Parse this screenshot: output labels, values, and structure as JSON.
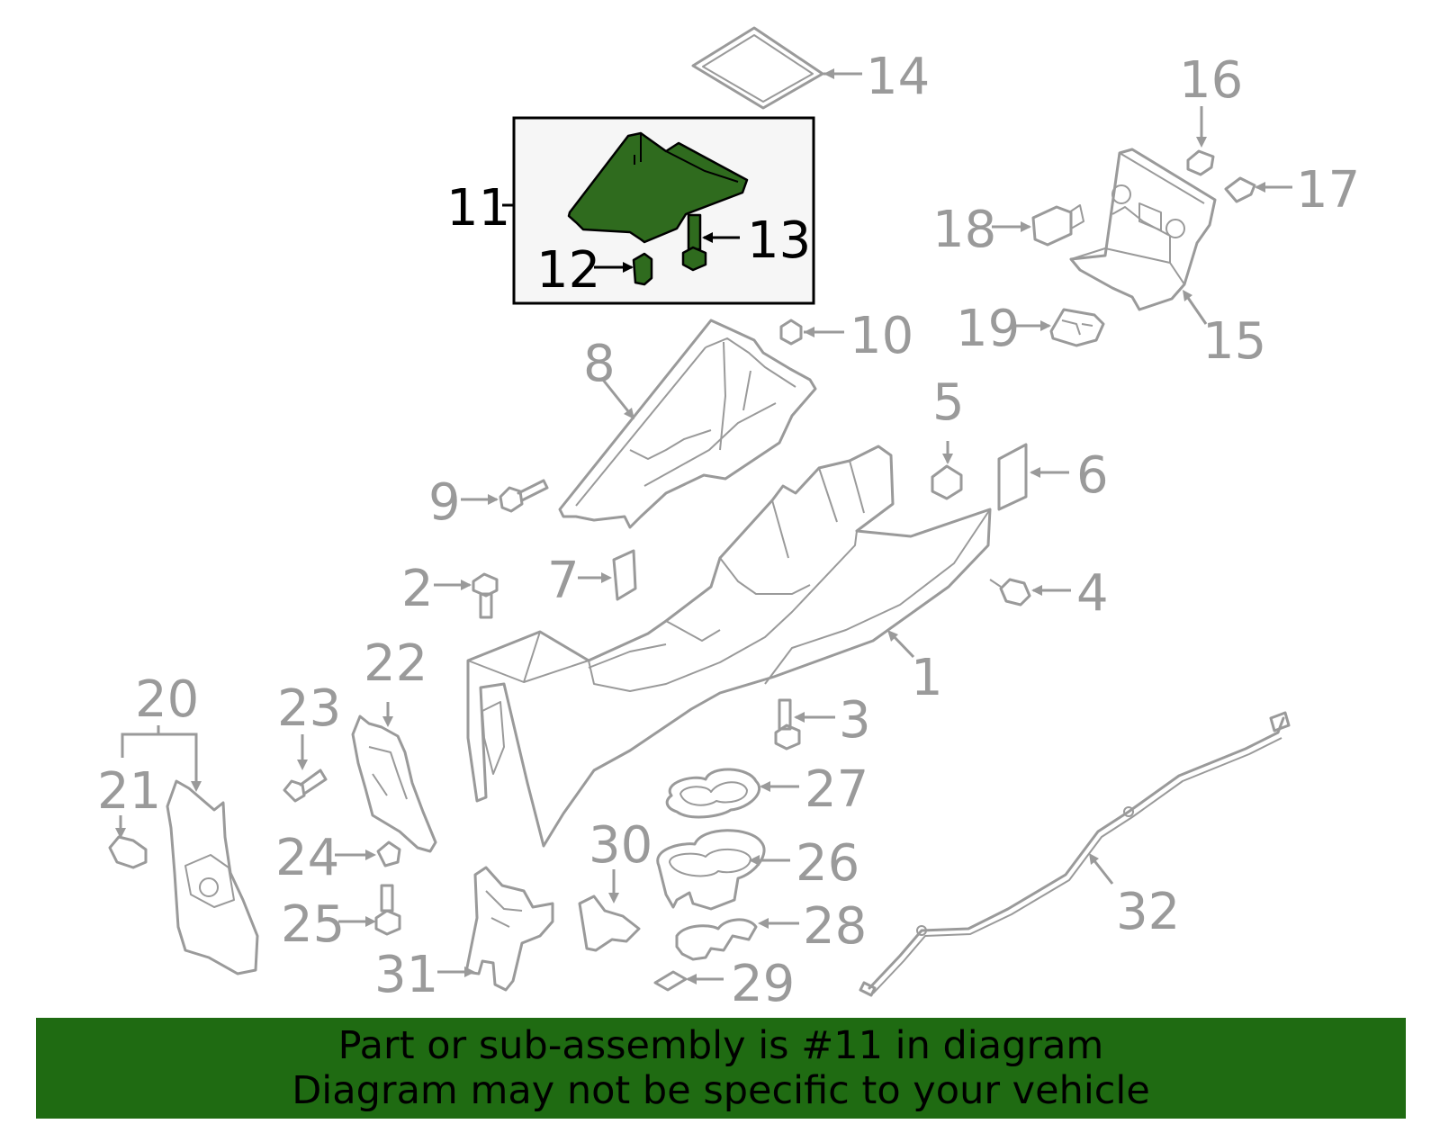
{
  "callouts": {
    "c1": "1",
    "c2": "2",
    "c3": "3",
    "c4": "4",
    "c5": "5",
    "c6": "6",
    "c7": "7",
    "c8": "8",
    "c9": "9",
    "c10": "10",
    "c11": "11",
    "c12": "12",
    "c13": "13",
    "c14": "14",
    "c15": "15",
    "c16": "16",
    "c17": "17",
    "c18": "18",
    "c19": "19",
    "c20": "20",
    "c21": "21",
    "c22": "22",
    "c23": "23",
    "c24": "24",
    "c25": "25",
    "c26": "26",
    "c27": "27",
    "c28": "28",
    "c29": "29",
    "c30": "30",
    "c31": "31",
    "c32": "32"
  },
  "highlight": {
    "part_number": "11",
    "fill_color": "#2f6b1e",
    "box_color": "#f6f6f6"
  },
  "banner": {
    "line1": "Part or sub-assembly is #11 in diagram",
    "line2": "Diagram may not be specific to your vehicle",
    "color": "#1f6b12"
  }
}
